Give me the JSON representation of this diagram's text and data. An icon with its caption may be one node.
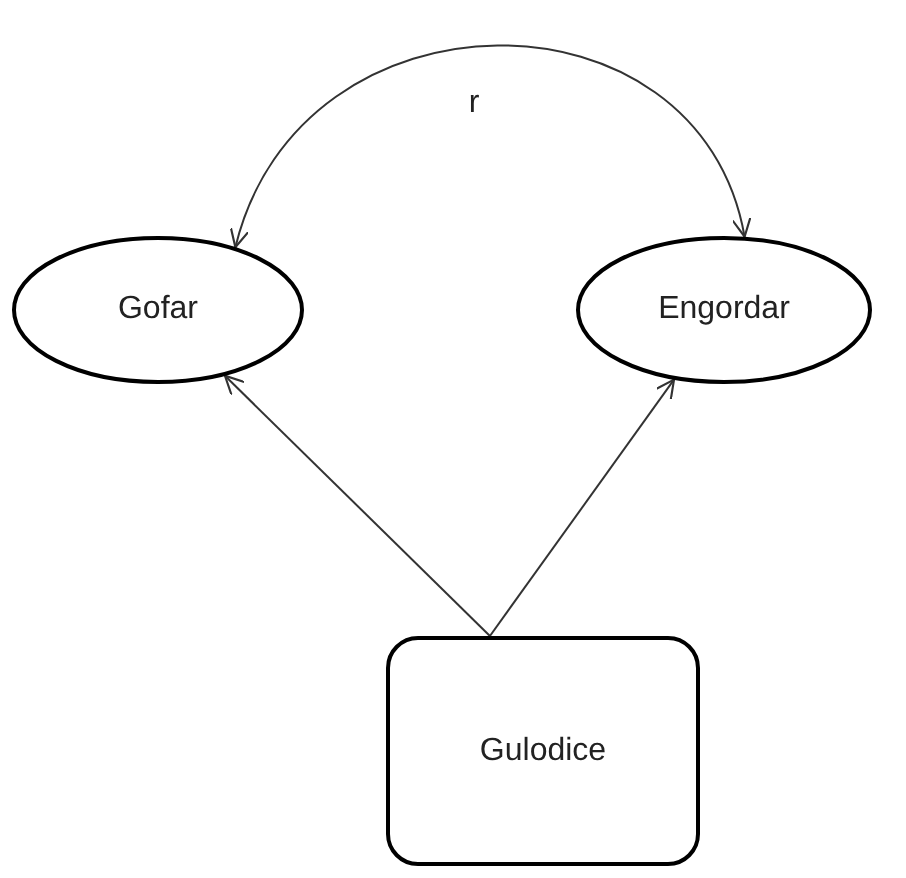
{
  "diagram": {
    "nodes": [
      {
        "text": [
          "Gofar"
        ]
      },
      {
        "text": [
          "Engordar"
        ]
      },
      {
        "text": [
          "Gulodice"
        ]
      }
    ],
    "edges": [
      {
        "from": 2,
        "to": 0,
        "arrow": "to"
      },
      {
        "from": 2,
        "to": 1,
        "arrow": "to"
      },
      {
        "from": 0,
        "to": 1,
        "arrow": "both",
        "label": "r"
      }
    ]
  }
}
